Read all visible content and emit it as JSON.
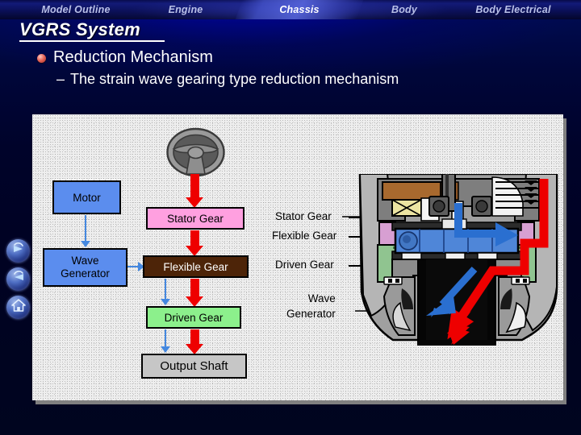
{
  "nav": {
    "tabs": [
      {
        "label": "Model Outline",
        "active": false
      },
      {
        "label": "Engine",
        "active": false
      },
      {
        "label": "Chassis",
        "active": true
      },
      {
        "label": "Body",
        "active": false
      },
      {
        "label": "Body Electrical",
        "active": false
      }
    ]
  },
  "slide": {
    "title": "VGRS System",
    "bullet1": "Reduction Mechanism",
    "bullet2_dash": "–",
    "bullet2": "The strain wave gearing type reduction mechanism"
  },
  "side_nav": {
    "forward_label": "forward-icon",
    "back_label": "back-icon",
    "home_label": "home-icon"
  },
  "flowchart": {
    "steering_wheel": "steering-wheel-icon",
    "motor": "Motor",
    "wave_generator_line1": "Wave",
    "wave_generator_line2": "Generator",
    "stator_gear": "Stator Gear",
    "flexible_gear": "Flexible Gear",
    "driven_gear": "Driven Gear",
    "output_shaft": "Output Shaft",
    "colors": {
      "motor": "#5b8dee",
      "wave_generator": "#5b8dee",
      "stator_gear": "#ffa0e0",
      "flexible_gear": "#4d2408",
      "driven_gear": "#8cf08c",
      "output_shaft": "#c6c6c6",
      "main_flow_arrow": "#ee0000",
      "assist_flow_arrow": "#4488e0"
    }
  },
  "callouts": {
    "stator_gear": "Stator Gear",
    "flexible_gear": "Flexible Gear",
    "driven_gear": "Driven Gear",
    "wave_generator_line1": "Wave",
    "wave_generator_line2": "Generator"
  },
  "cutaway": {
    "description": "vgrs-cutaway-diagram",
    "colors": {
      "housing": "#9a9a9a",
      "stator_gear": "#d9a0d0",
      "driven_gear": "#8cc08c",
      "wave_generator": "#4f86d8",
      "copper": "#a86a38",
      "coil": "#e8e0a0",
      "input_arrow": "#ee0000",
      "motor_arrow": "#2a6fd0"
    }
  }
}
